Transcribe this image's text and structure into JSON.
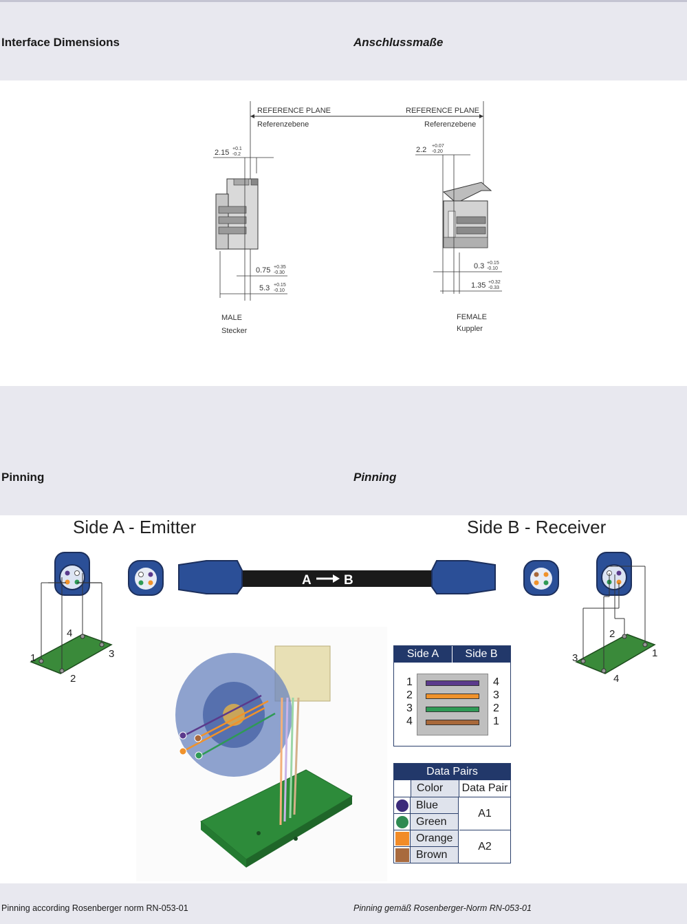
{
  "sections": {
    "interface": {
      "title_en": "Interface Dimensions",
      "title_de": "Anschlussmaße"
    },
    "pinning": {
      "title_en": "Pinning",
      "title_de": "Pinning"
    }
  },
  "drawing": {
    "ref_plane_left": "REFERENCE PLANE",
    "ref_plane_left_de": "Referenzebene",
    "ref_plane_right": "REFERENCE PLANE",
    "ref_plane_right_de": "Referenzebene",
    "male": {
      "label": "MALE",
      "label_de": "Stecker",
      "dim1": "2.15",
      "dim1_tol_upper": "+0.1",
      "dim1_tol_lower": "-0.2",
      "dim2": "0.75",
      "dim2_tol_upper": "+0.35",
      "dim2_tol_lower": "-0.30",
      "dim3": "5.3",
      "dim3_tol_upper": "+0.15",
      "dim3_tol_lower": "-0.10"
    },
    "female": {
      "label": "FEMALE",
      "label_de": "Kuppler",
      "dim1": "2.2",
      "dim1_tol_upper": "+0.07",
      "dim1_tol_lower": "-0.20",
      "dim2": "0.3",
      "dim2_tol_upper": "+0.15",
      "dim2_tol_lower": "-0.10",
      "dim3": "1.35",
      "dim3_tol_upper": "+0.32",
      "dim3_tol_lower": "-0.33"
    }
  },
  "pinning": {
    "side_a": "Side A - Emitter",
    "side_b": "Side B - Receiver",
    "cable_label": "A",
    "cable_label_b": "B",
    "pcb_a_pins": [
      "1",
      "2",
      "3",
      "4"
    ],
    "pcb_b_pins": [
      "1",
      "2",
      "3",
      "4"
    ],
    "map_table": {
      "header": [
        "Side A",
        "Side B"
      ],
      "rows": [
        {
          "a": "1",
          "b": "4",
          "color": "#5b3a8c"
        },
        {
          "a": "2",
          "b": "3",
          "color": "#f0922b"
        },
        {
          "a": "3",
          "b": "2",
          "color": "#2f9a56"
        },
        {
          "a": "4",
          "b": "1",
          "color": "#a8683a"
        }
      ]
    },
    "pairs_table": {
      "title": "Data Pairs",
      "col_color": "Color",
      "col_pair": "Data Pair",
      "rows": [
        {
          "name": "Blue",
          "swatch": "#3b2a7a",
          "shape": "circle"
        },
        {
          "name": "Green",
          "swatch": "#2f8a52",
          "shape": "circle"
        },
        {
          "name": "Orange",
          "swatch": "#f28c28",
          "shape": "square"
        },
        {
          "name": "Brown",
          "swatch": "#a86a3e",
          "shape": "square"
        }
      ],
      "pairs": [
        "A1",
        "A2"
      ]
    }
  },
  "footer": {
    "left": "Pinning according Rosenberger norm RN-053-01",
    "right": "Pinning gemäß Rosenberger-Norm RN-053-01"
  }
}
